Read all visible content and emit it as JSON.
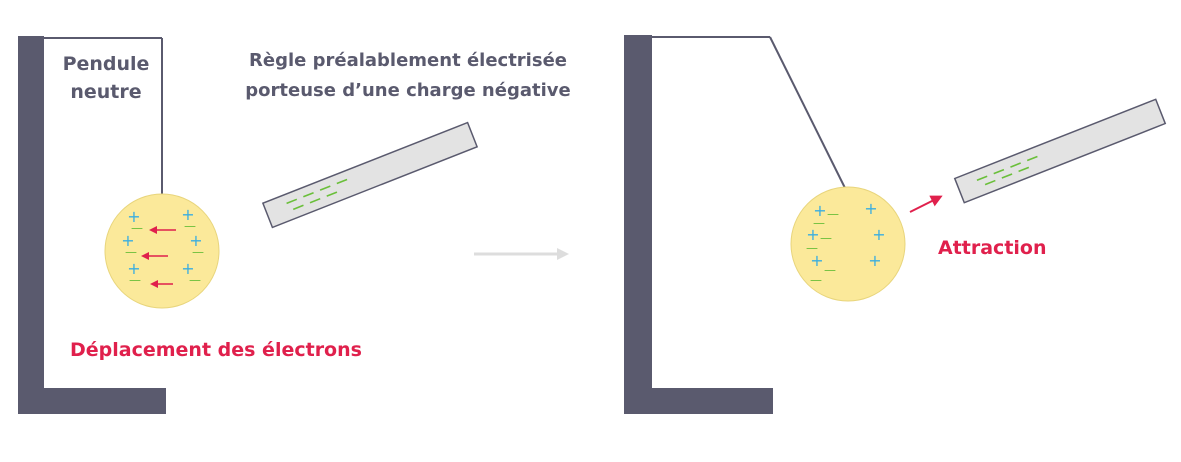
{
  "labels": {
    "pendulum": [
      "Pendule",
      "neutre"
    ],
    "ruler": [
      "Règle préalablement électrisée",
      "porteuse d’une charge négative"
    ],
    "electron_shift": "Déplacement des électrons",
    "attraction": "Attraction"
  },
  "glyphs": {
    "plus": "+",
    "minus": "—"
  },
  "colors": {
    "frame": "#5a5a6e",
    "ball": "#fbe99a",
    "ball_stroke": "#e8d57c",
    "ruler_fill": "#e3e3e3",
    "ruler_stroke": "#5a5a6e",
    "plus": "#3aaee0",
    "minus": "#6abf3a",
    "arrow": "#e0204c",
    "transition_arrow": "#dddddd",
    "text": "#5a5a6e",
    "accent_text": "#e0204c"
  }
}
